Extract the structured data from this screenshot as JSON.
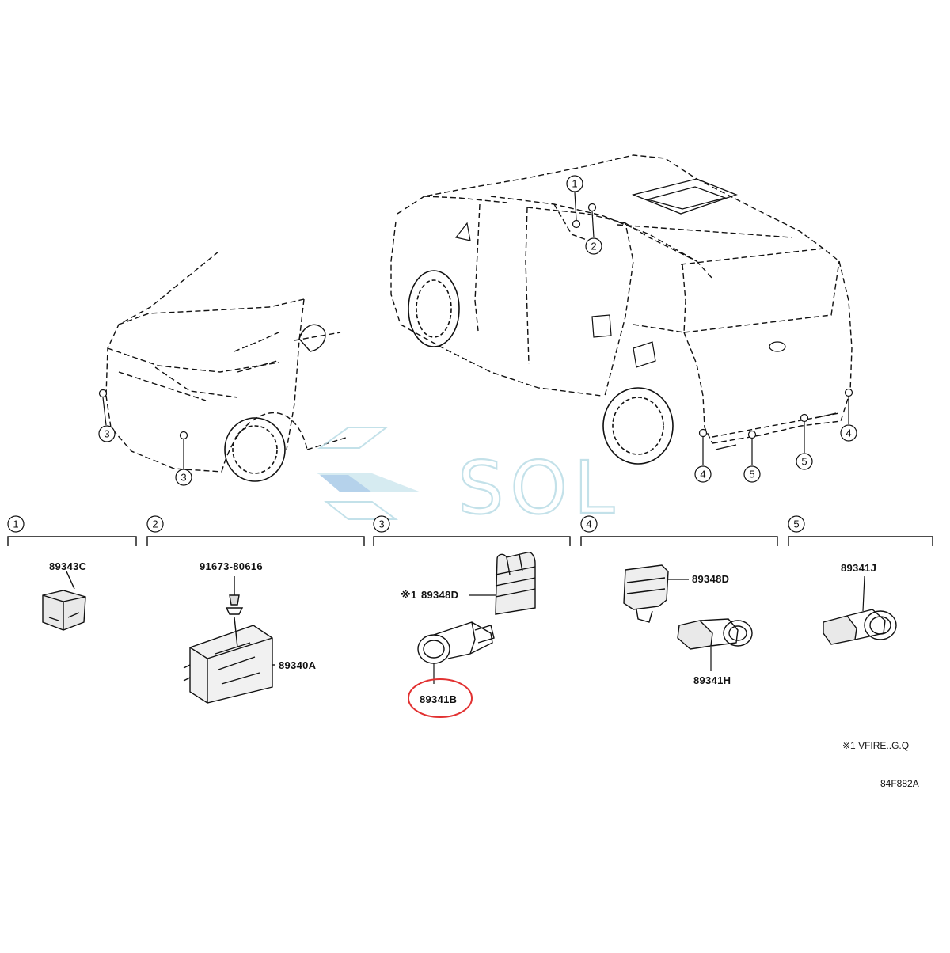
{
  "callouts": {
    "c1": "1",
    "c2": "2",
    "c3": "3",
    "c4": "4",
    "c5": "5"
  },
  "sections": {
    "s1": "1",
    "s2": "2",
    "s3": "3",
    "s4": "4",
    "s5": "5"
  },
  "parts": {
    "p89343C": "89343C",
    "p91673": "91673-80616",
    "p89340A": "89340A",
    "p89348D_note": "※1",
    "p89348D_a": "89348D",
    "p89341B": "89341B",
    "p89348D_b": "89348D",
    "p89341H": "89341H",
    "p89341J": "89341J"
  },
  "footnote": "※1 VFIRE..G.Q",
  "diagram_code": "84F882A",
  "watermark": {
    "text": "SOL",
    "color": "#b9dce6"
  },
  "colors": {
    "line": "#111111",
    "highlight": "#e23232"
  }
}
